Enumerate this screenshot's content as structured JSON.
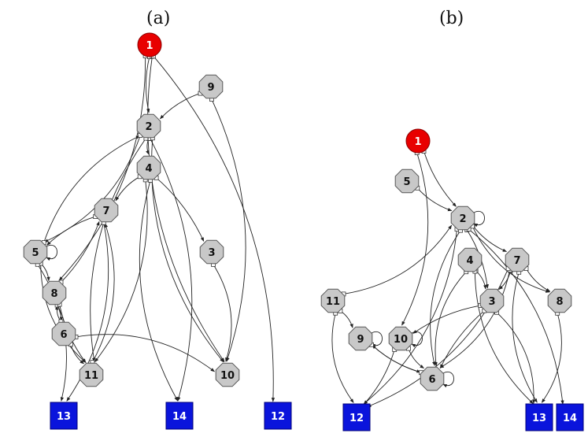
{
  "panels": {
    "a": {
      "label": "(a)"
    },
    "b": {
      "label": "(b)"
    }
  },
  "colors": {
    "root": "#e80000",
    "internal": "#c8c8c8",
    "leaf": "#0a14dc"
  },
  "graph_a": {
    "nodes": [
      {
        "id": "1",
        "kind": "root"
      },
      {
        "id": "2",
        "kind": "internal"
      },
      {
        "id": "3",
        "kind": "internal"
      },
      {
        "id": "4",
        "kind": "internal"
      },
      {
        "id": "5",
        "kind": "internal"
      },
      {
        "id": "6",
        "kind": "internal"
      },
      {
        "id": "7",
        "kind": "internal"
      },
      {
        "id": "8",
        "kind": "internal"
      },
      {
        "id": "9",
        "kind": "internal"
      },
      {
        "id": "10",
        "kind": "internal"
      },
      {
        "id": "11",
        "kind": "internal"
      },
      {
        "id": "12",
        "kind": "leaf"
      },
      {
        "id": "13",
        "kind": "leaf"
      },
      {
        "id": "14",
        "kind": "leaf"
      }
    ],
    "edges": [
      [
        "1",
        "2"
      ],
      [
        "1",
        "8"
      ],
      [
        "1",
        "10"
      ],
      [
        "1",
        "12"
      ],
      [
        "9",
        "2"
      ],
      [
        "9",
        "10"
      ],
      [
        "2",
        "4"
      ],
      [
        "2",
        "5"
      ],
      [
        "2",
        "11"
      ],
      [
        "2",
        "14"
      ],
      [
        "2",
        "10"
      ],
      [
        "5",
        "2"
      ],
      [
        "4",
        "7"
      ],
      [
        "4",
        "3"
      ],
      [
        "4",
        "14"
      ],
      [
        "4",
        "11"
      ],
      [
        "7",
        "5"
      ],
      [
        "7",
        "13"
      ],
      [
        "5",
        "5"
      ],
      [
        "5",
        "8"
      ],
      [
        "5",
        "11"
      ],
      [
        "5",
        "13"
      ],
      [
        "8",
        "7"
      ],
      [
        "8",
        "6"
      ],
      [
        "8",
        "11"
      ],
      [
        "6",
        "8"
      ],
      [
        "6",
        "11"
      ],
      [
        "6",
        "10"
      ],
      [
        "11",
        "7"
      ],
      [
        "3",
        "10"
      ]
    ]
  },
  "graph_b": {
    "nodes": [
      {
        "id": "1",
        "kind": "root"
      },
      {
        "id": "2",
        "kind": "internal"
      },
      {
        "id": "3",
        "kind": "internal"
      },
      {
        "id": "4",
        "kind": "internal"
      },
      {
        "id": "5",
        "kind": "internal"
      },
      {
        "id": "6",
        "kind": "internal"
      },
      {
        "id": "7",
        "kind": "internal"
      },
      {
        "id": "8",
        "kind": "internal"
      },
      {
        "id": "9",
        "kind": "internal"
      },
      {
        "id": "10",
        "kind": "internal"
      },
      {
        "id": "11",
        "kind": "internal"
      },
      {
        "id": "12",
        "kind": "leaf"
      },
      {
        "id": "13",
        "kind": "leaf"
      },
      {
        "id": "14",
        "kind": "leaf"
      }
    ],
    "edges": [
      [
        "1",
        "2"
      ],
      [
        "1",
        "10"
      ],
      [
        "5",
        "2"
      ],
      [
        "2",
        "2"
      ],
      [
        "2",
        "7"
      ],
      [
        "2",
        "3"
      ],
      [
        "2",
        "8"
      ],
      [
        "2",
        "12"
      ],
      [
        "2",
        "6"
      ],
      [
        "2",
        "14"
      ],
      [
        "11",
        "2"
      ],
      [
        "11",
        "9"
      ],
      [
        "11",
        "12"
      ],
      [
        "9",
        "9"
      ],
      [
        "9",
        "6"
      ],
      [
        "10",
        "10"
      ],
      [
        "10",
        "6"
      ],
      [
        "10",
        "12"
      ],
      [
        "4",
        "6"
      ],
      [
        "4",
        "3"
      ],
      [
        "4",
        "13"
      ],
      [
        "7",
        "3"
      ],
      [
        "7",
        "8"
      ],
      [
        "7",
        "6"
      ],
      [
        "7",
        "13"
      ],
      [
        "7",
        "12"
      ],
      [
        "3",
        "10"
      ],
      [
        "3",
        "13"
      ],
      [
        "3",
        "6"
      ],
      [
        "8",
        "13"
      ],
      [
        "6",
        "6"
      ],
      [
        "6",
        "9"
      ]
    ]
  }
}
